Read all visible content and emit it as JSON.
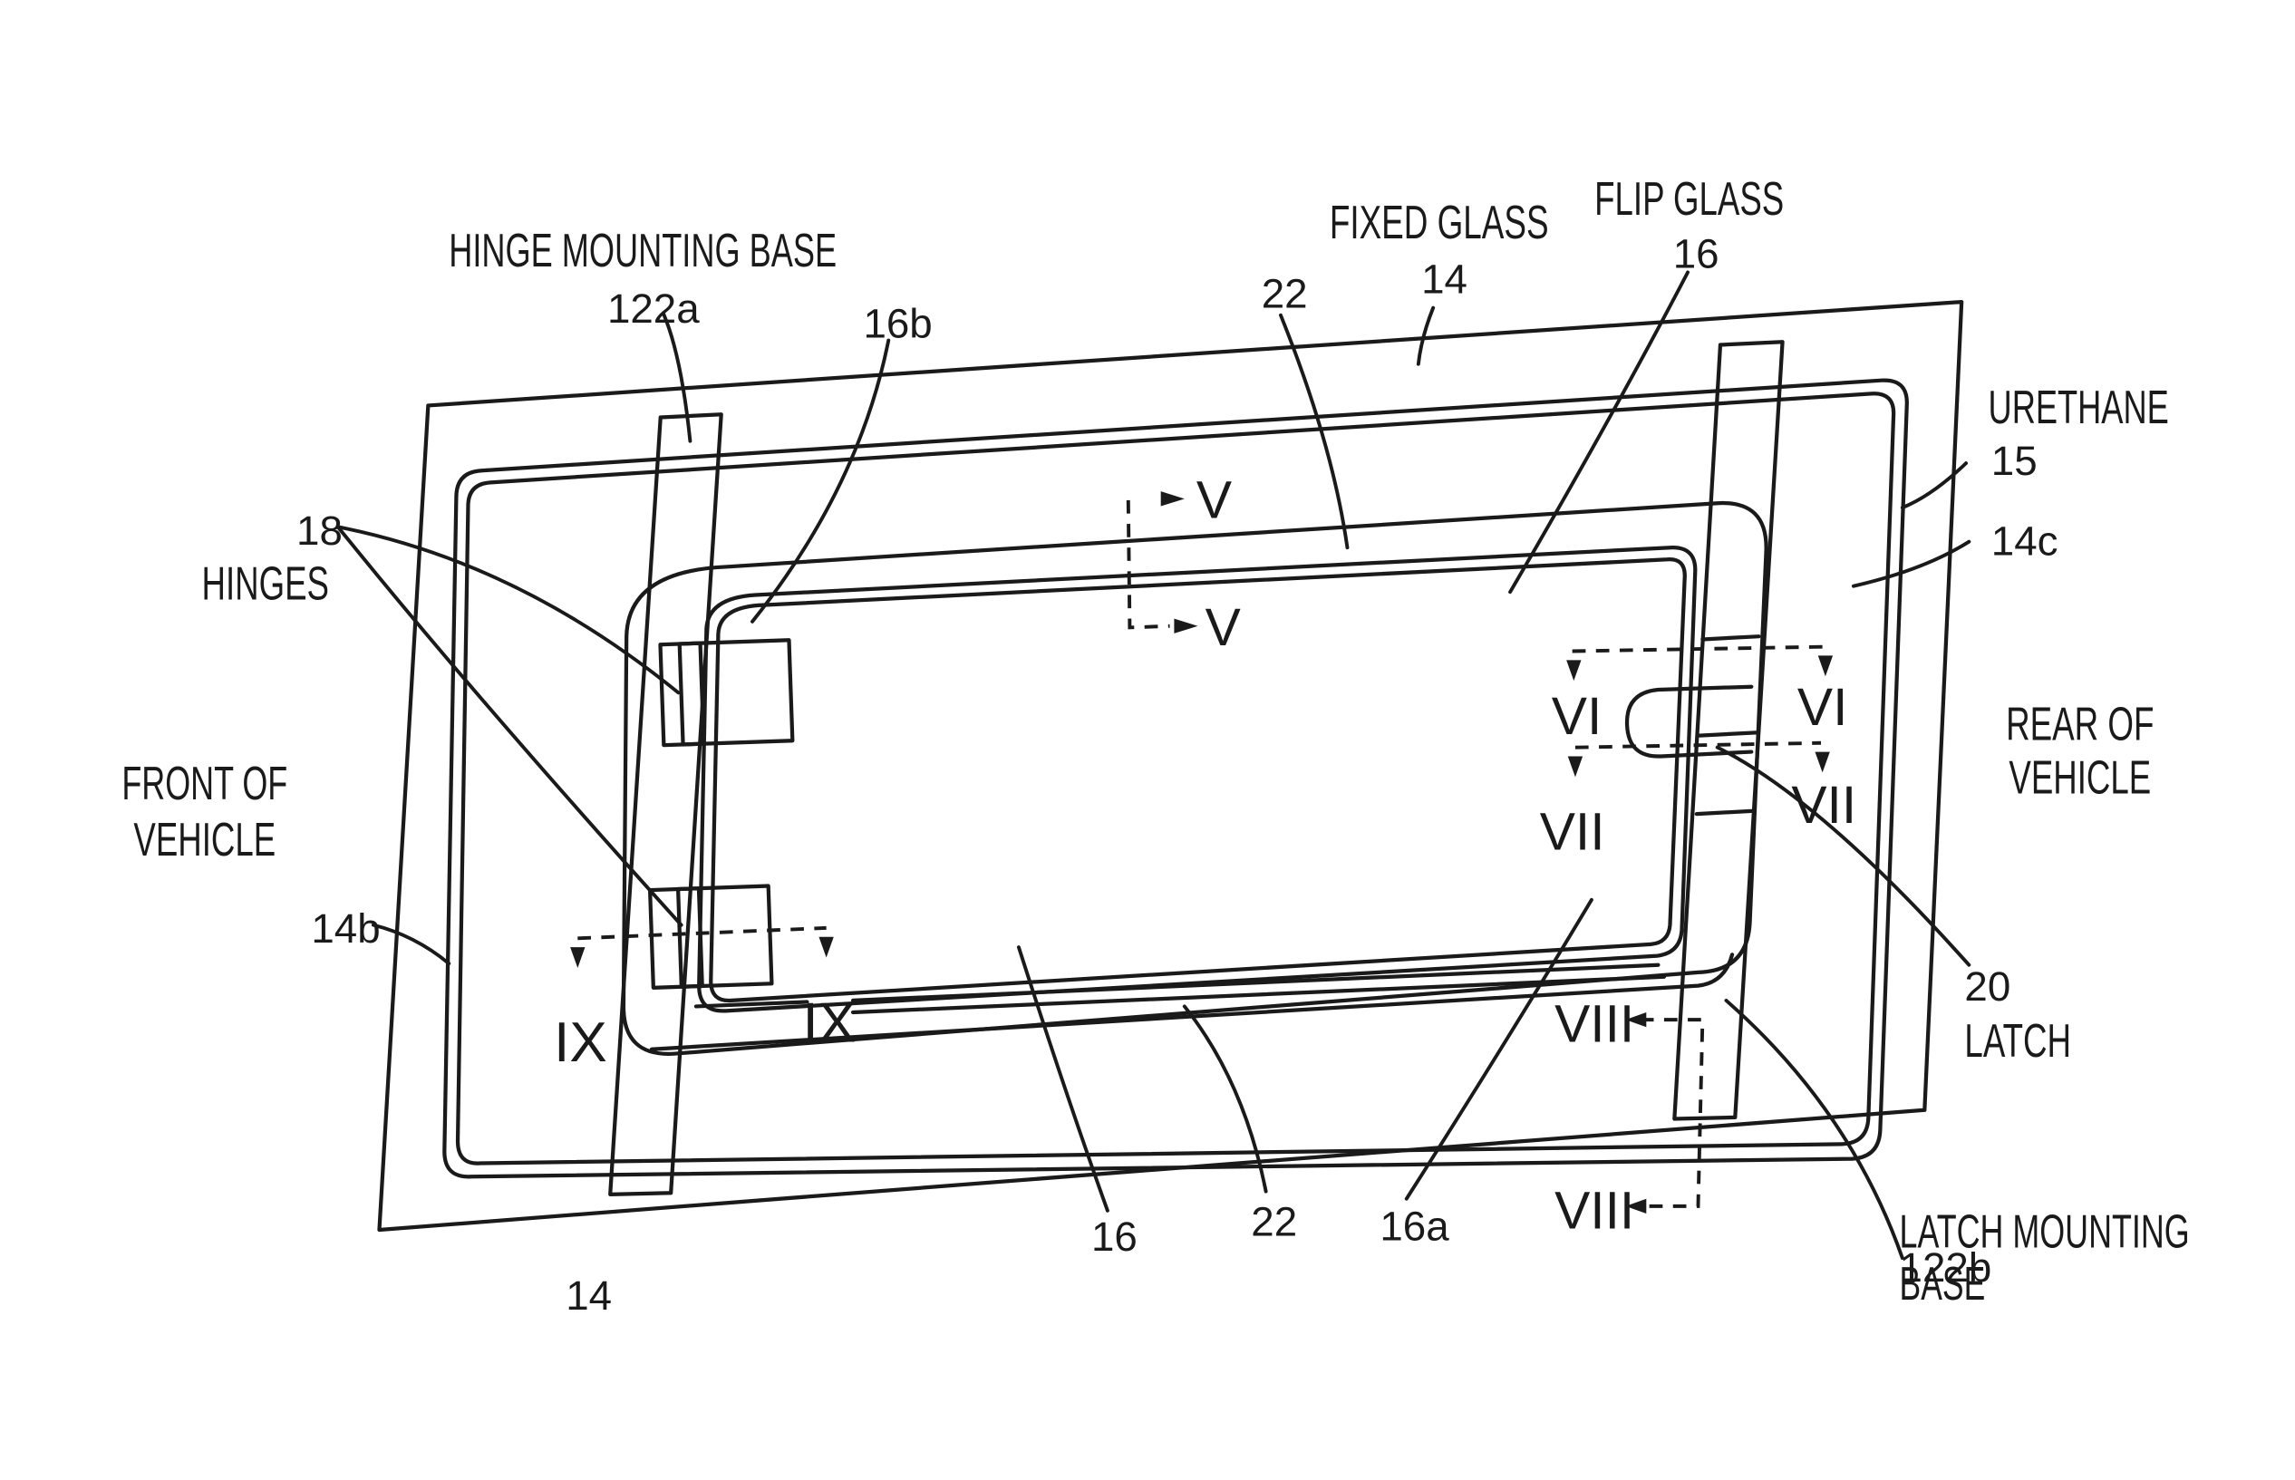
{
  "labels": {
    "hinge_mounting_base": "HINGE MOUNTING BASE",
    "hinge_base_ref": "122a",
    "fixed_glass": "FIXED GLASS",
    "fixed_glass_ref": "14",
    "flip_glass": "FLIP GLASS",
    "flip_glass_ref": "16",
    "urethane": "URETHANE",
    "urethane_ref": "15",
    "ref_14c": "14c",
    "ref_16b": "16b",
    "ref_22_top": "22",
    "ref_18": "18",
    "hinges": "HINGES",
    "front_of": "FRONT OF",
    "vehicle_front": "VEHICLE",
    "rear_of": "REAR OF",
    "vehicle_rear": "VEHICLE",
    "ref_14b": "14b",
    "ref_14_bottom": "14",
    "ref_16_bottom": "16",
    "ref_22_bottom": "22",
    "ref_16a": "16a",
    "ref_20": "20",
    "latch": "LATCH",
    "ref_122b": "122b",
    "latch_mounting": "LATCH MOUNTING",
    "base": "BASE"
  },
  "sections": {
    "v_top": "V",
    "v_bottom": "V",
    "vi_left": "VI",
    "vi_right": "VI",
    "vii_left": "VII",
    "vii_right": "VII",
    "viii_top": "VIII",
    "viii_bottom": "VIII",
    "ix_left": "IX",
    "ix_right": "IX"
  }
}
